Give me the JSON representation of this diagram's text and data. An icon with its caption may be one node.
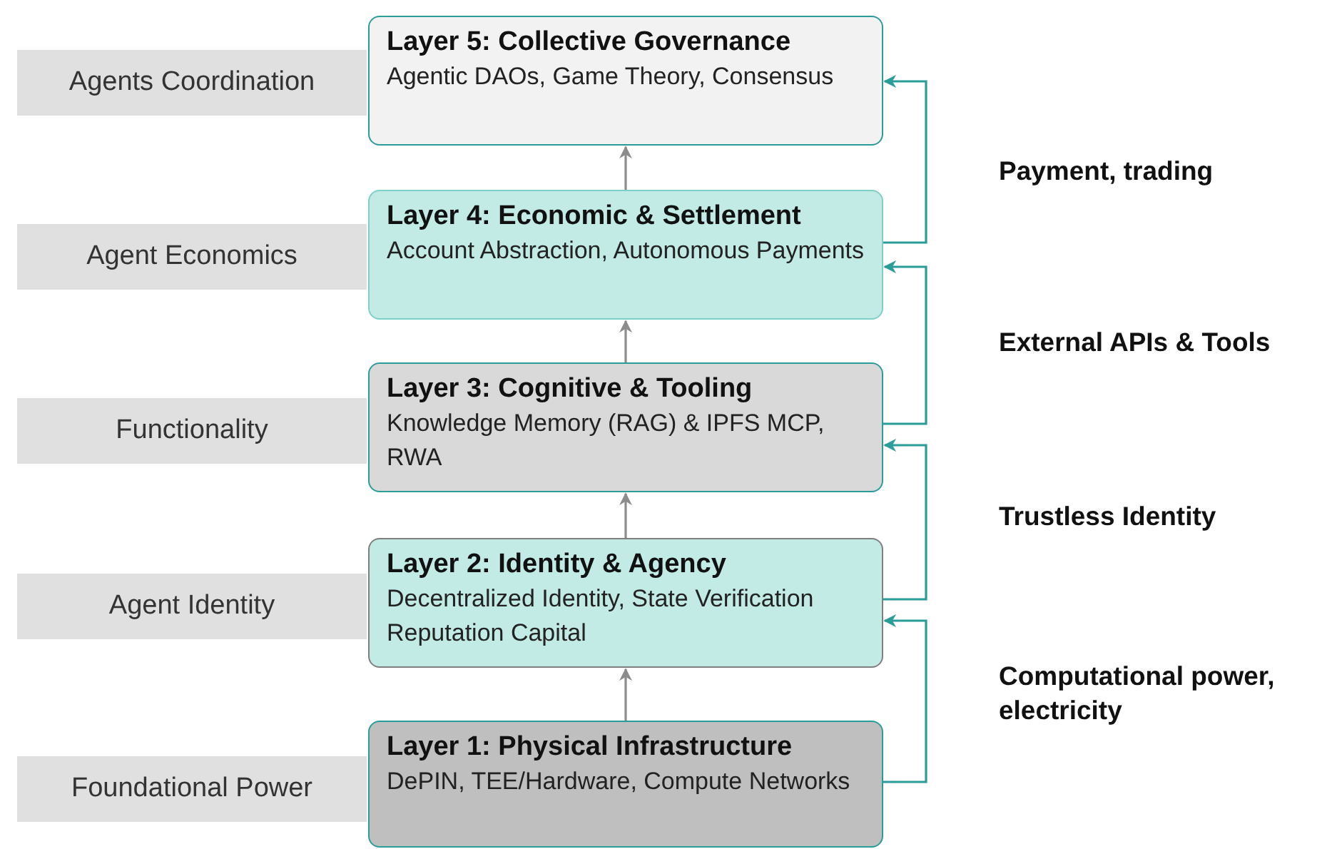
{
  "diagram": {
    "nodes": [
      {
        "text": [
          "Agents Coordination"
        ]
      },
      {
        "text": [
          "Layer 5: Collective Governance",
          "Agentic DAOs, Game Theory, Consensus"
        ]
      },
      {
        "text": [
          "Agent Economics"
        ]
      },
      {
        "text": [
          "Layer 4: Economic & Settlement",
          "Account Abstraction, Autonomous Payments"
        ]
      },
      {
        "text": [
          "Functionality"
        ]
      },
      {
        "text": [
          "Layer 3: Cognitive & Tooling",
          "Knowledge Memory (RAG) & IPFS MCP, RWA"
        ]
      },
      {
        "text": [
          "Agent Identity"
        ]
      },
      {
        "text": [
          "Layer 2: Identity & Agency",
          "Decentralized Identity, State Verification Reputation Capital"
        ]
      },
      {
        "text": [
          "Foundational Power"
        ]
      },
      {
        "text": [
          "Layer 1: Physical Infrastructure",
          "DePIN, TEE/Hardware, Compute Networks"
        ]
      }
    ],
    "edges": [
      {
        "from": 9,
        "to": 7,
        "arrow": "to",
        "color": "#8c8c8c"
      },
      {
        "from": 7,
        "to": 5,
        "arrow": "to",
        "color": "#8c8c8c"
      },
      {
        "from": 5,
        "to": 3,
        "arrow": "to",
        "color": "#8c8c8c"
      },
      {
        "from": 3,
        "to": 1,
        "arrow": "to",
        "color": "#8c8c8c"
      },
      {
        "from": 3,
        "to": 1,
        "arrow": "to",
        "label": "Payment, trading",
        "color": "#2a9d98"
      },
      {
        "from": 5,
        "to": 3,
        "arrow": "to",
        "label": "External APIs & Tools",
        "color": "#2a9d98"
      },
      {
        "from": 7,
        "to": 5,
        "arrow": "to",
        "label": "Trustless Identity",
        "color": "#2a9d98"
      },
      {
        "from": 9,
        "to": 7,
        "arrow": "to",
        "label": "Computational power, electricity",
        "color": "#2a9d98"
      }
    ]
  }
}
